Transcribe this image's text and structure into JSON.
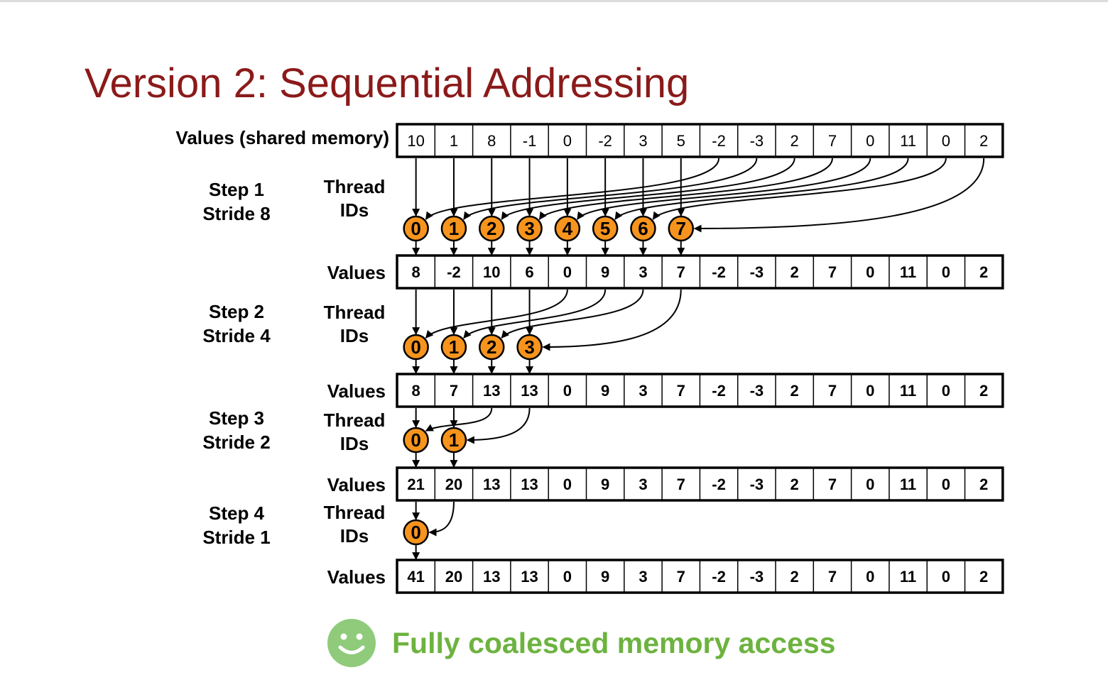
{
  "title": "Version 2: Sequential Addressing",
  "labels": {
    "values_shared": "Values (shared memory)",
    "values": "Values",
    "thread": "Thread",
    "ids": "IDs"
  },
  "rows": [
    [
      "10",
      "1",
      "8",
      "-1",
      "0",
      "-2",
      "3",
      "5",
      "-2",
      "-3",
      "2",
      "7",
      "0",
      "11",
      "0",
      "2"
    ],
    [
      "8",
      "-2",
      "10",
      "6",
      "0",
      "9",
      "3",
      "7",
      "-2",
      "-3",
      "2",
      "7",
      "0",
      "11",
      "0",
      "2"
    ],
    [
      "8",
      "7",
      "13",
      "13",
      "0",
      "9",
      "3",
      "7",
      "-2",
      "-3",
      "2",
      "7",
      "0",
      "11",
      "0",
      "2"
    ],
    [
      "21",
      "20",
      "13",
      "13",
      "0",
      "9",
      "3",
      "7",
      "-2",
      "-3",
      "2",
      "7",
      "0",
      "11",
      "0",
      "2"
    ],
    [
      "41",
      "20",
      "13",
      "13",
      "0",
      "9",
      "3",
      "7",
      "-2",
      "-3",
      "2",
      "7",
      "0",
      "11",
      "0",
      "2"
    ]
  ],
  "steps": [
    {
      "step": "Step 1",
      "stride": "Stride 8",
      "threads": [
        "0",
        "1",
        "2",
        "3",
        "4",
        "5",
        "6",
        "7"
      ],
      "stride_n": 8
    },
    {
      "step": "Step 2",
      "stride": "Stride 4",
      "threads": [
        "0",
        "1",
        "2",
        "3"
      ],
      "stride_n": 4
    },
    {
      "step": "Step 3",
      "stride": "Stride 2",
      "threads": [
        "0",
        "1"
      ],
      "stride_n": 2
    },
    {
      "step": "Step 4",
      "stride": "Stride 1",
      "threads": [
        "0"
      ],
      "stride_n": 1
    }
  ],
  "footer": {
    "text": "Fully coalesced memory access",
    "icon": "smiley-face-icon"
  },
  "colors": {
    "title": "#8b1a1a",
    "thread_fill": "#f7941d",
    "footer": "#6db33f",
    "smiley": "#8fcb7a"
  }
}
